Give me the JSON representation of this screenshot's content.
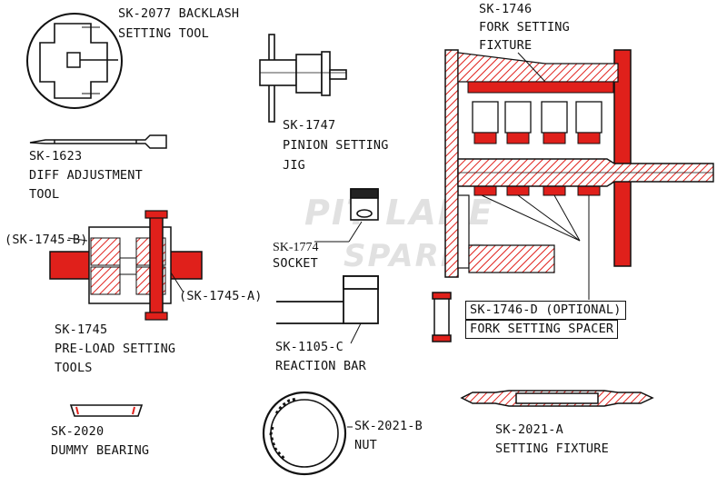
{
  "watermark": {
    "line1": "PIT LANE",
    "line2": "SPARES"
  },
  "parts": {
    "sk2077": {
      "line1": "SK-2077 BACKLASH",
      "line2": "SETTING TOOL"
    },
    "sk1746": {
      "line1": "SK-1746",
      "line2": "FORK SETTING",
      "line3": "FIXTURE"
    },
    "sk1747": {
      "line1": "SK-1747",
      "line2": "PINION SETTING",
      "line3": "JIG"
    },
    "sk1623": {
      "line1": "SK-1623",
      "line2": "DIFF ADJUSTMENT",
      "line3": "TOOL"
    },
    "sk1745b": {
      "label": "(SK-1745-B)"
    },
    "sk1774": {
      "line1": "SK-1774",
      "line2": "SOCKET"
    },
    "sk1745a": {
      "label": "(SK-1745-A)"
    },
    "sk1745": {
      "line1": "SK-1745",
      "line2": "PRE-LOAD SETTING",
      "line3": "TOOLS"
    },
    "sk1746d": {
      "line1": "SK-1746-D (OPTIONAL)",
      "line2": "FORK SETTING SPACER"
    },
    "sk1105c": {
      "line1": "SK-1105-C",
      "line2": "REACTION BAR"
    },
    "sk2020": {
      "line1": "SK-2020",
      "line2": "DUMMY BEARING"
    },
    "sk2021b": {
      "line1": "SK-2021-B",
      "line2": "NUT"
    },
    "sk2021a": {
      "line1": "SK-2021-A",
      "line2": "SETTING FIXTURE"
    }
  },
  "colors": {
    "accent_red": "#e0201b",
    "line": "#111111",
    "watermark": "#c8c8c8"
  }
}
